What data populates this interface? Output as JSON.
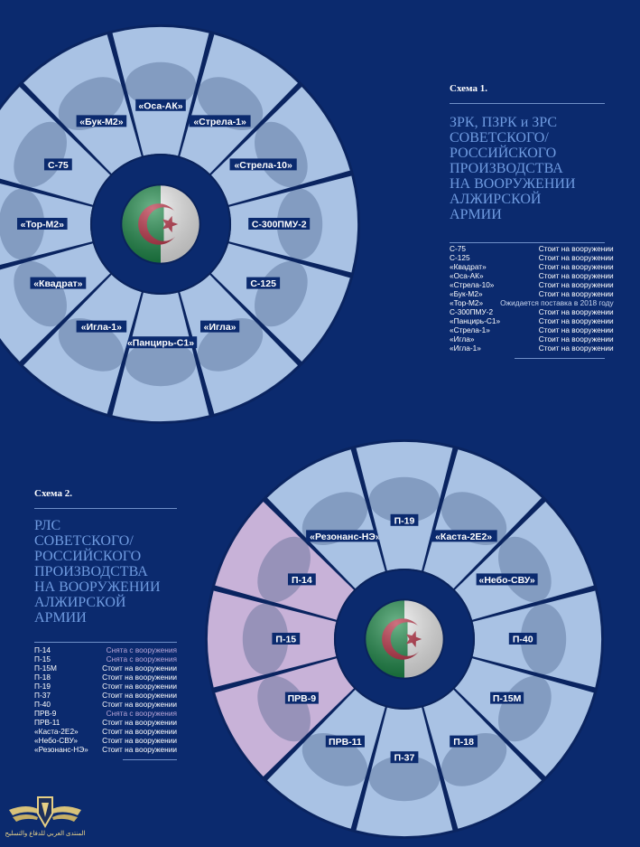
{
  "colors": {
    "background": "#0b2a6e",
    "sector_blue": "#a9c2e4",
    "sector_purple": "#c8b2d8",
    "flag_green": "#1e8b4a",
    "flag_white": "#f2f2f2",
    "flag_red": "#b2253a",
    "title_blue": "#6f9be0"
  },
  "schema1": {
    "label": "Схема 1.",
    "title_lines": [
      "ЗРК, ПЗРК и ЗРС",
      "СОВЕТСКОГО/",
      "РОССИЙСКОГО",
      "ПРОИЗВОДСТВА",
      "НА ВООРУЖЕНИИ",
      "АЛЖИРСКОЙ",
      "АРМИИ"
    ],
    "sectors": [
      {
        "label": "«Стрела-1»",
        "tone": "blue"
      },
      {
        "label": "«Стрела-10»",
        "tone": "blue"
      },
      {
        "label": "С-300ПМУ-2",
        "tone": "blue"
      },
      {
        "label": "С-125",
        "tone": "blue"
      },
      {
        "label": "«Игла»",
        "tone": "blue"
      },
      {
        "label": "«Панцирь-С1»",
        "tone": "blue"
      },
      {
        "label": "«Игла-1»",
        "tone": "blue"
      },
      {
        "label": "«Квадрат»",
        "tone": "blue"
      },
      {
        "label": "«Тор-М2»",
        "tone": "blue"
      },
      {
        "label": "С-75",
        "tone": "blue"
      },
      {
        "label": "«Бук-М2»",
        "tone": "blue"
      },
      {
        "label": "«Оса-АК»",
        "tone": "blue"
      }
    ],
    "table": [
      {
        "name": "С-75",
        "status": "Стоит на вооружении",
        "kind": "active"
      },
      {
        "name": "С-125",
        "status": "Стоит на вооружении",
        "kind": "active"
      },
      {
        "name": "«Квадрат»",
        "status": "Стоит на вооружении",
        "kind": "active"
      },
      {
        "name": "«Оса-АК»",
        "status": "Стоит на вооружении",
        "kind": "active"
      },
      {
        "name": "«Стрела-10»",
        "status": "Стоит на вооружении",
        "kind": "active"
      },
      {
        "name": "«Бук-М2»",
        "status": "Стоит на вооружении",
        "kind": "active"
      },
      {
        "name": "«Тор-М2»",
        "status": "Ожидается поставка в 2018 году",
        "kind": "expected"
      },
      {
        "name": "С-300ПМУ-2",
        "status": "Стоит на вооружении",
        "kind": "active"
      },
      {
        "name": "«Панцирь-С1»",
        "status": "Стоит на вооружении",
        "kind": "active"
      },
      {
        "name": "«Стрела-1»",
        "status": "Стоит на вооружении",
        "kind": "active"
      },
      {
        "name": "«Игла»",
        "status": "Стоит на вооружении",
        "kind": "active"
      },
      {
        "name": "«Игла-1»",
        "status": "Стоит на вооружении",
        "kind": "active"
      }
    ]
  },
  "schema2": {
    "label": "Схема 2.",
    "title_lines": [
      "РЛС",
      "СОВЕТСКОГО/",
      "РОССИЙСКОГО",
      "ПРОИЗВОДСТВА",
      "НА ВООРУЖЕНИИ",
      "АЛЖИРСКОЙ",
      "АРМИИ"
    ],
    "sectors": [
      {
        "label": "«Каста-2Е2»",
        "tone": "blue"
      },
      {
        "label": "«Небо-СВУ»",
        "tone": "blue"
      },
      {
        "label": "П-40",
        "tone": "blue"
      },
      {
        "label": "П-15М",
        "tone": "blue"
      },
      {
        "label": "П-18",
        "tone": "blue"
      },
      {
        "label": "П-37",
        "tone": "blue"
      },
      {
        "label": "ПРВ-11",
        "tone": "blue"
      },
      {
        "label": "ПРВ-9",
        "tone": "purple"
      },
      {
        "label": "П-15",
        "tone": "purple"
      },
      {
        "label": "П-14",
        "tone": "purple"
      },
      {
        "label": "«Резонанс-НЭ»",
        "tone": "blue"
      },
      {
        "label": "П-19",
        "tone": "blue"
      }
    ],
    "table": [
      {
        "name": "П-14",
        "status": "Снята с вооружения",
        "kind": "removed"
      },
      {
        "name": "П-15",
        "status": "Снята с вооружения",
        "kind": "removed"
      },
      {
        "name": "П-15М",
        "status": "Стоит на вооружении",
        "kind": "active"
      },
      {
        "name": "П-18",
        "status": "Стоит на вооружении",
        "kind": "active"
      },
      {
        "name": "П-19",
        "status": "Стоит на вооружении",
        "kind": "active"
      },
      {
        "name": "П-37",
        "status": "Стоит на вооружении",
        "kind": "active"
      },
      {
        "name": "П-40",
        "status": "Стоит на вооружении",
        "kind": "active"
      },
      {
        "name": "ПРВ-9",
        "status": "Снята с вооружения",
        "kind": "removed"
      },
      {
        "name": "ПРВ-11",
        "status": "Стоит на вооружении",
        "kind": "active"
      },
      {
        "name": "«Каста-2Е2»",
        "status": "Стоит на вооружении",
        "kind": "active"
      },
      {
        "name": "«Небо-СВУ»",
        "status": "Стоит на вооружении",
        "kind": "active"
      },
      {
        "name": "«Резонанс-НЭ»",
        "status": "Стоит на вооружении",
        "kind": "active"
      }
    ]
  },
  "watermark": {
    "text": "المنتدى العربي للدفاع والتسليح",
    "icon": "winged-shield-icon"
  }
}
